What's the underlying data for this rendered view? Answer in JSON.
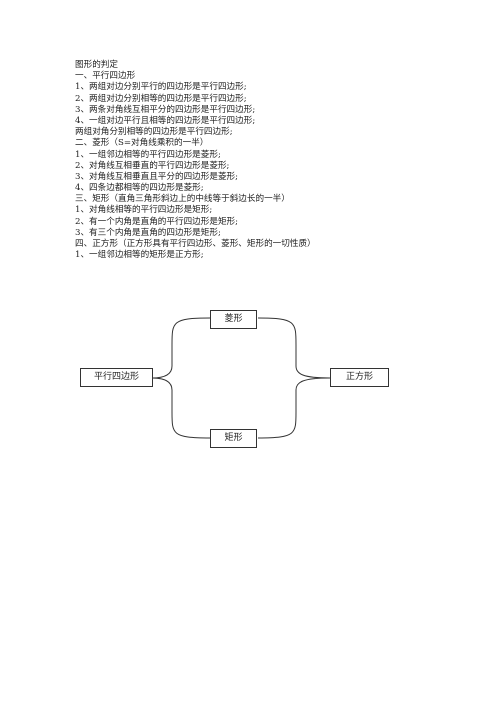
{
  "document": {
    "title": "图形的判定",
    "lines": [
      "一、平行四边形",
      "1、两组对边分别平行的四边形是平行四边形;",
      "2、两组对边分别相等的四边形是平行四边形;",
      "3、两条对角线互相平分的四边形是平行四边形;",
      "4、一组对边平行且相等的四边形是平行四边形;",
      "两组对角分别相等的四边形是平行四边形;",
      "二、菱形（S=对角线乘积的一半）",
      "1、一组邻边相等的平行四边形是菱形;",
      "2、对角线互相垂直的平行四边形是菱形;",
      "3、对角线互相垂直且平分的四边形是菱形;",
      "4、四条边都相等的四边形是菱形;",
      "三、矩形（直角三角形斜边上的中线等于斜边长的一半）",
      "1、对角线相等的平行四边形是矩形;",
      "2、有一个内角是直角的平行四边形是矩形;",
      "3、有三个内角是直角的四边形是矩形;",
      "四、正方形（正方形具有平行四边形、菱形、矩形的一切性质）",
      "1、一组邻边相等的矩形是正方形;"
    ]
  },
  "diagram": {
    "parallelogram": "平行四边形",
    "rhombus": "菱形",
    "rectangle": "矩形",
    "square": "正方形"
  }
}
